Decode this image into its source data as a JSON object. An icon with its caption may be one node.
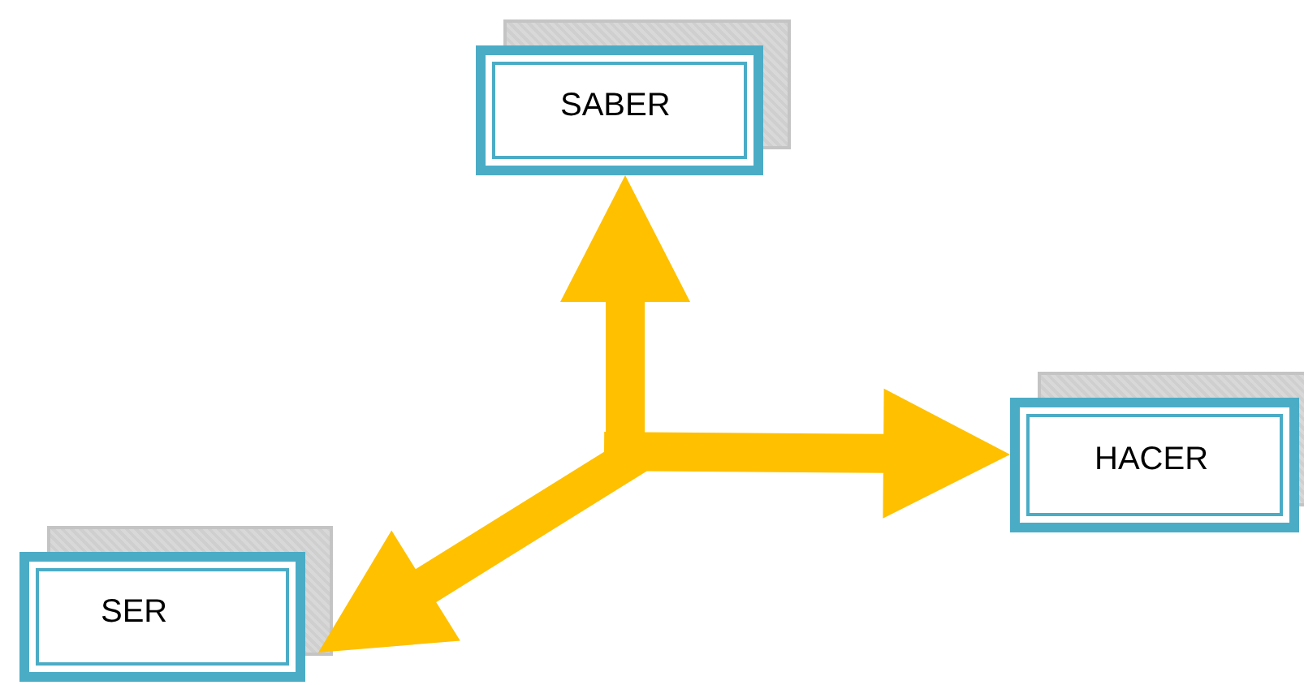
{
  "diagram": {
    "nodes": [
      {
        "text": [
          "SABER"
        ]
      },
      {
        "text": [
          "HACER"
        ]
      },
      {
        "text": [
          "SER"
        ]
      }
    ],
    "edges": [
      {
        "from": null,
        "to": 0,
        "arrow": "to"
      },
      {
        "from": null,
        "to": 1,
        "arrow": "to"
      },
      {
        "from": null,
        "to": 2,
        "arrow": "to"
      }
    ]
  }
}
